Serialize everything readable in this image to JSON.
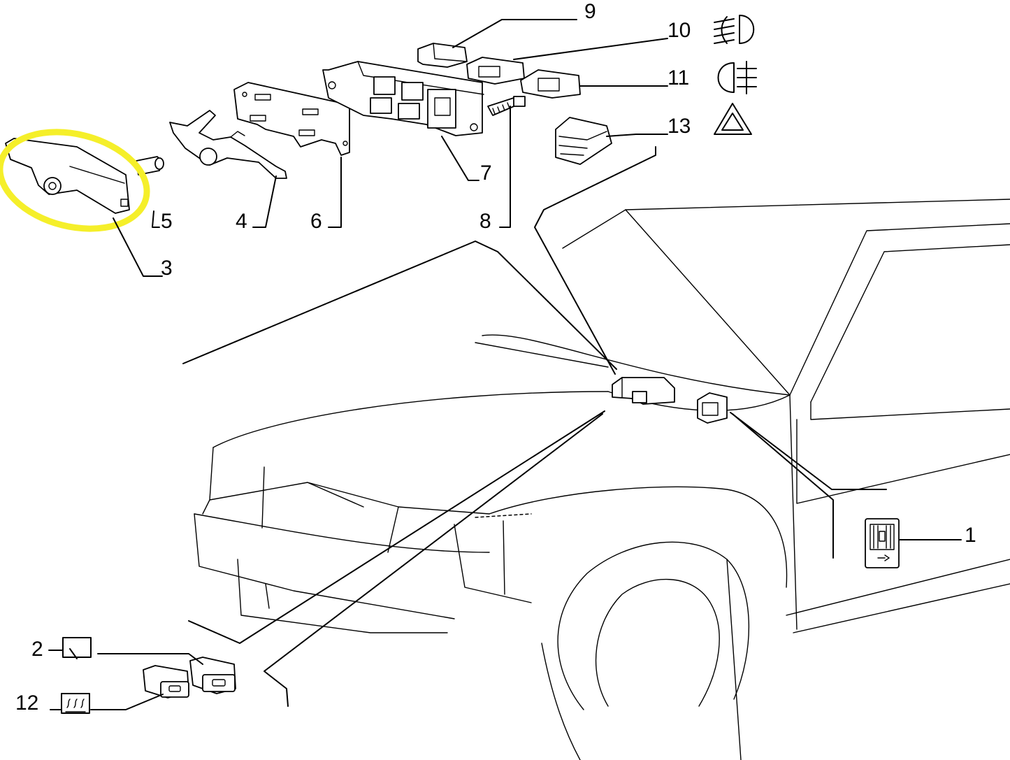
{
  "diagram": {
    "callouts": [
      {
        "id": "c1",
        "label": "1"
      },
      {
        "id": "c2",
        "label": "2"
      },
      {
        "id": "c3",
        "label": "3"
      },
      {
        "id": "c4",
        "label": "4"
      },
      {
        "id": "c5",
        "label": "5"
      },
      {
        "id": "c6",
        "label": "6"
      },
      {
        "id": "c7",
        "label": "7"
      },
      {
        "id": "c8",
        "label": "8"
      },
      {
        "id": "c9",
        "label": "9"
      },
      {
        "id": "c10",
        "label": "10"
      },
      {
        "id": "c11",
        "label": "11"
      },
      {
        "id": "c12",
        "label": "12"
      },
      {
        "id": "c13",
        "label": "13"
      }
    ],
    "icons": {
      "fog_light": "fog-light-icon",
      "rear_fog_light": "rear-fog-light-icon",
      "hazard": "hazard-triangle-icon",
      "headlight_level": "headlight-level-icon",
      "rear_wiper": "rear-wiper-icon",
      "rear_defrost": "rear-defrost-icon"
    },
    "highlight_color": "#f5ef2a",
    "line_color": "#000000"
  }
}
